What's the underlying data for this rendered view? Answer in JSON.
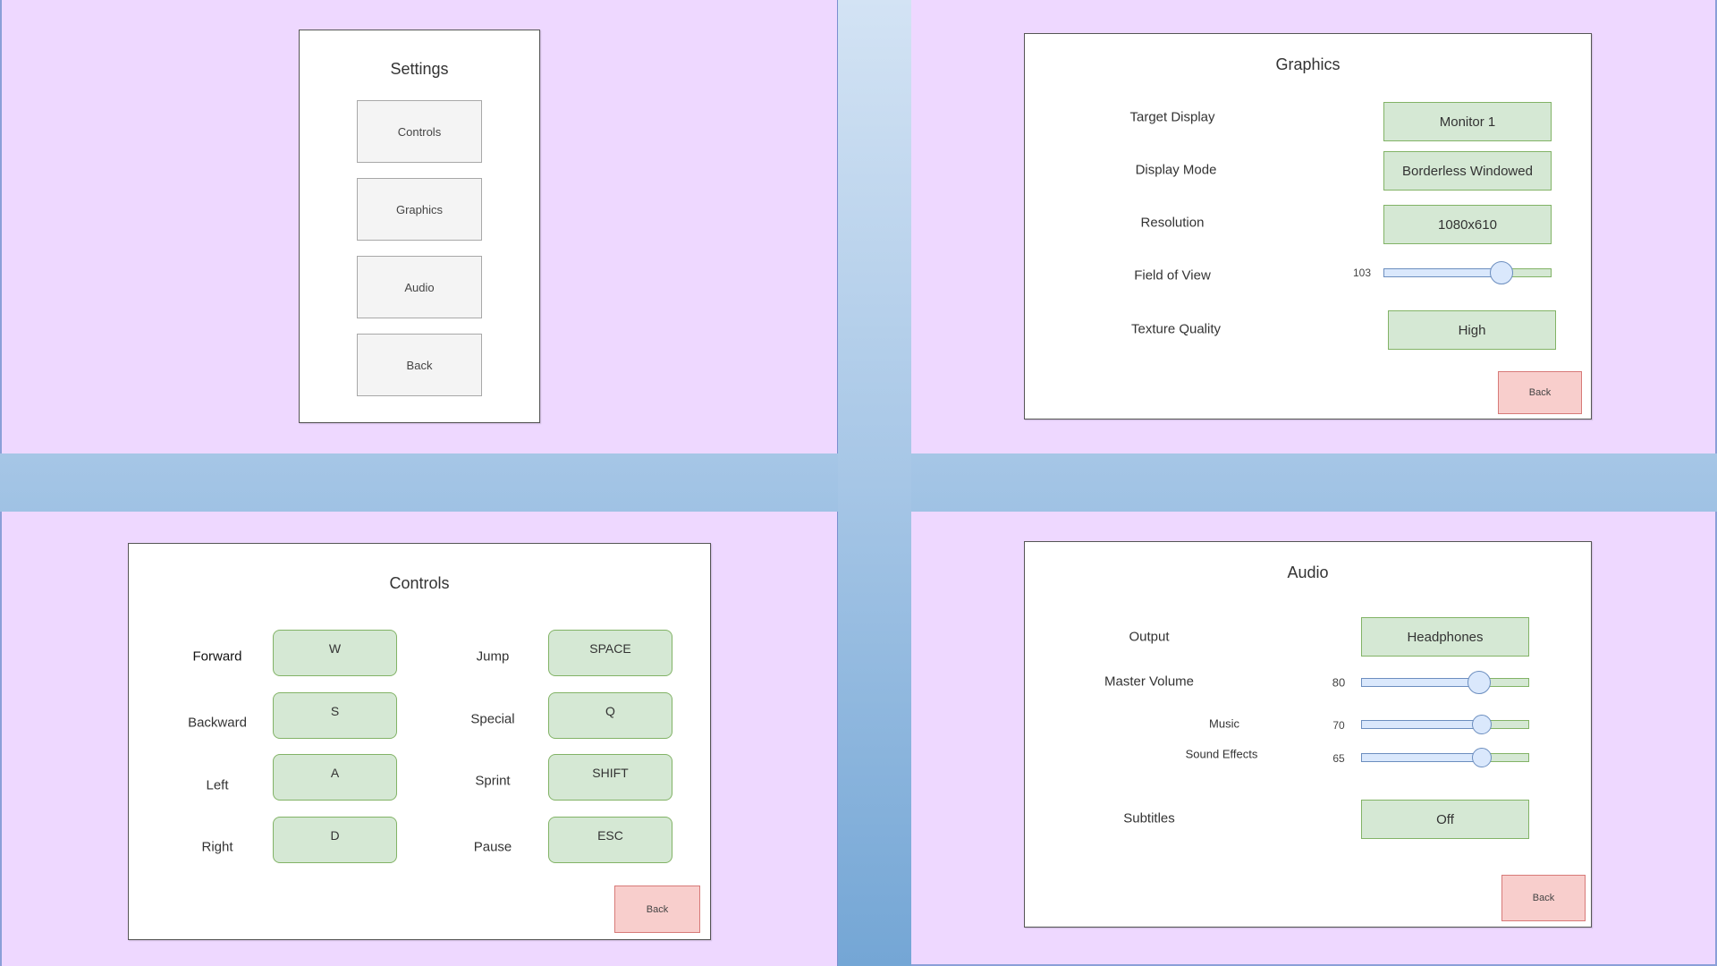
{
  "colors": {
    "background": "#eed8ff",
    "panel": "#ffffff",
    "field_fill": "#d5e8d4",
    "field_border": "#82b366",
    "back_fill": "#f8cecc",
    "back_border": "#d77a78",
    "slider_fill": "#dae8fc",
    "slider_border": "#6c8ebf",
    "divider_top": "#d3e3f4",
    "divider_bottom": "#74a6d5"
  },
  "settings": {
    "title": "Settings",
    "buttons": [
      {
        "label": "Controls"
      },
      {
        "label": "Graphics"
      },
      {
        "label": "Audio"
      },
      {
        "label": "Back"
      }
    ]
  },
  "graphics": {
    "title": "Graphics",
    "rows": [
      {
        "label": "Target Display",
        "value": "Monitor 1"
      },
      {
        "label": "Display Mode",
        "value": "Borderless Windowed"
      },
      {
        "label": "Resolution",
        "value": "1080x610"
      },
      {
        "label": "Field of View",
        "value": "103",
        "slider_percent": 70
      },
      {
        "label": "Texture Quality",
        "value": "High"
      }
    ],
    "back_label": "Back"
  },
  "controls": {
    "title": "Controls",
    "left_column": [
      {
        "action": "Forward",
        "key": "W"
      },
      {
        "action": "Backward",
        "key": "S"
      },
      {
        "action": "Left",
        "key": "A"
      },
      {
        "action": "Right",
        "key": "D"
      }
    ],
    "right_column": [
      {
        "action": "Jump",
        "key": "SPACE"
      },
      {
        "action": "Special",
        "key": "Q"
      },
      {
        "action": "Sprint",
        "key": "SHIFT"
      },
      {
        "action": "Pause",
        "key": "ESC"
      }
    ],
    "back_label": "Back"
  },
  "audio": {
    "title": "Audio",
    "output": {
      "label": "Output",
      "value": "Headphones"
    },
    "master_volume": {
      "label": "Master Volume",
      "value": "80",
      "slider_percent": 70
    },
    "music": {
      "label": "Music",
      "value": "70",
      "slider_percent": 72
    },
    "sound_effects": {
      "label": "Sound Effects",
      "value": "65",
      "slider_percent": 72
    },
    "subtitles": {
      "label": "Subtitles",
      "value": "Off"
    },
    "back_label": "Back"
  }
}
